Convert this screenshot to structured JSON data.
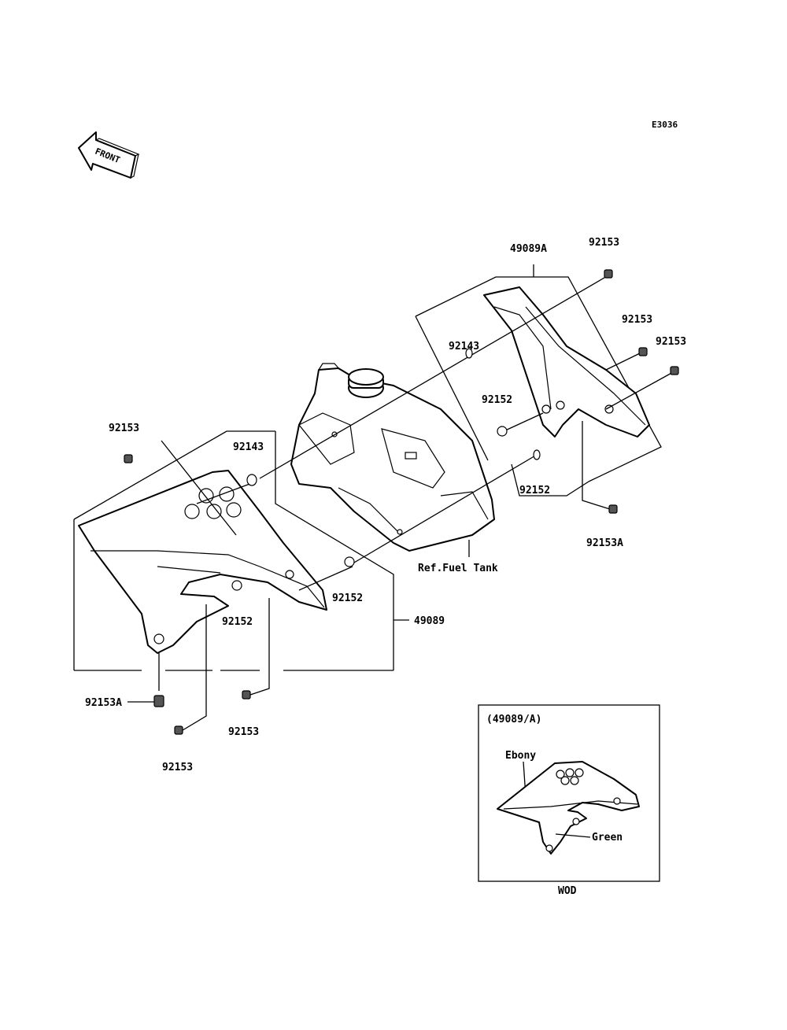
{
  "diagram_code": "E3036",
  "front_label": "FRONT",
  "ref_label": "Ref.Fuel Tank",
  "parts": {
    "shroud_left": "49089",
    "shroud_right": "49089A",
    "bolt": "92153",
    "bolt_a": "92153A",
    "collar": "92152",
    "grommet": "92143"
  },
  "inset": {
    "title": "(49089/A)",
    "color_top": "Ebony",
    "color_bottom": "Green",
    "model": "WOD"
  }
}
